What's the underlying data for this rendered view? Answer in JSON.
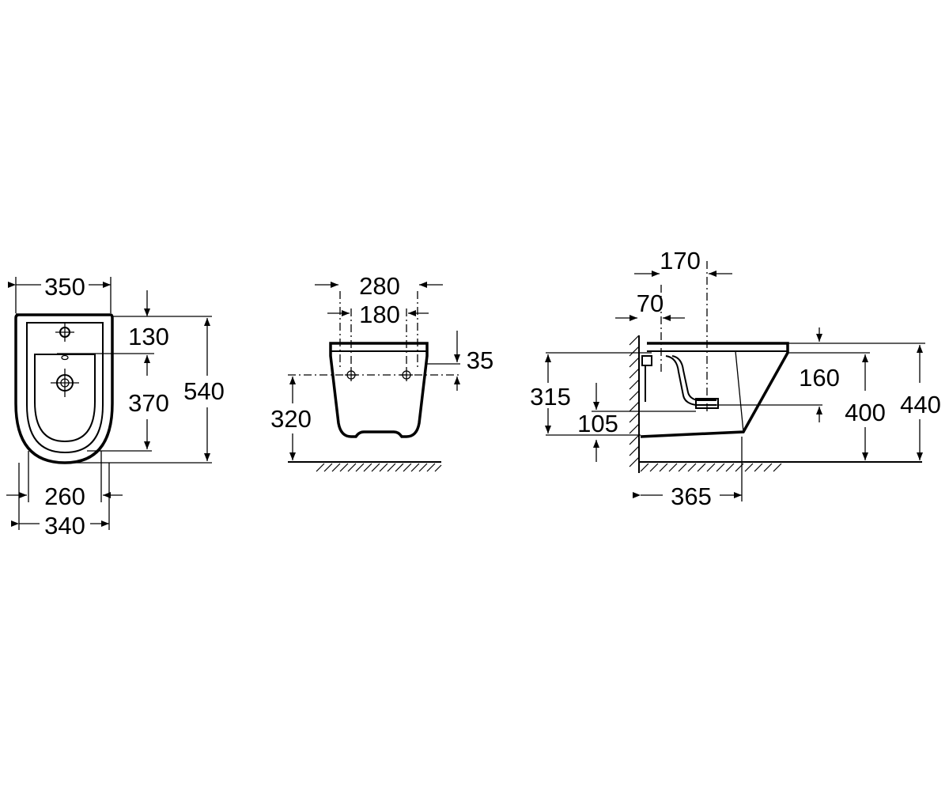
{
  "front_view": {
    "width_top": "350",
    "offset_130": "130",
    "depth_370": "370",
    "height_540": "540",
    "width_260": "260",
    "width_340": "340"
  },
  "back_view": {
    "width_280": "280",
    "width_180": "180",
    "offset_35": "35",
    "height_320": "320"
  },
  "side_view": {
    "dim_170": "170",
    "dim_70": "70",
    "height_315": "315",
    "height_105": "105",
    "dim_160": "160",
    "height_400": "400",
    "height_440": "440",
    "depth_365": "365"
  }
}
